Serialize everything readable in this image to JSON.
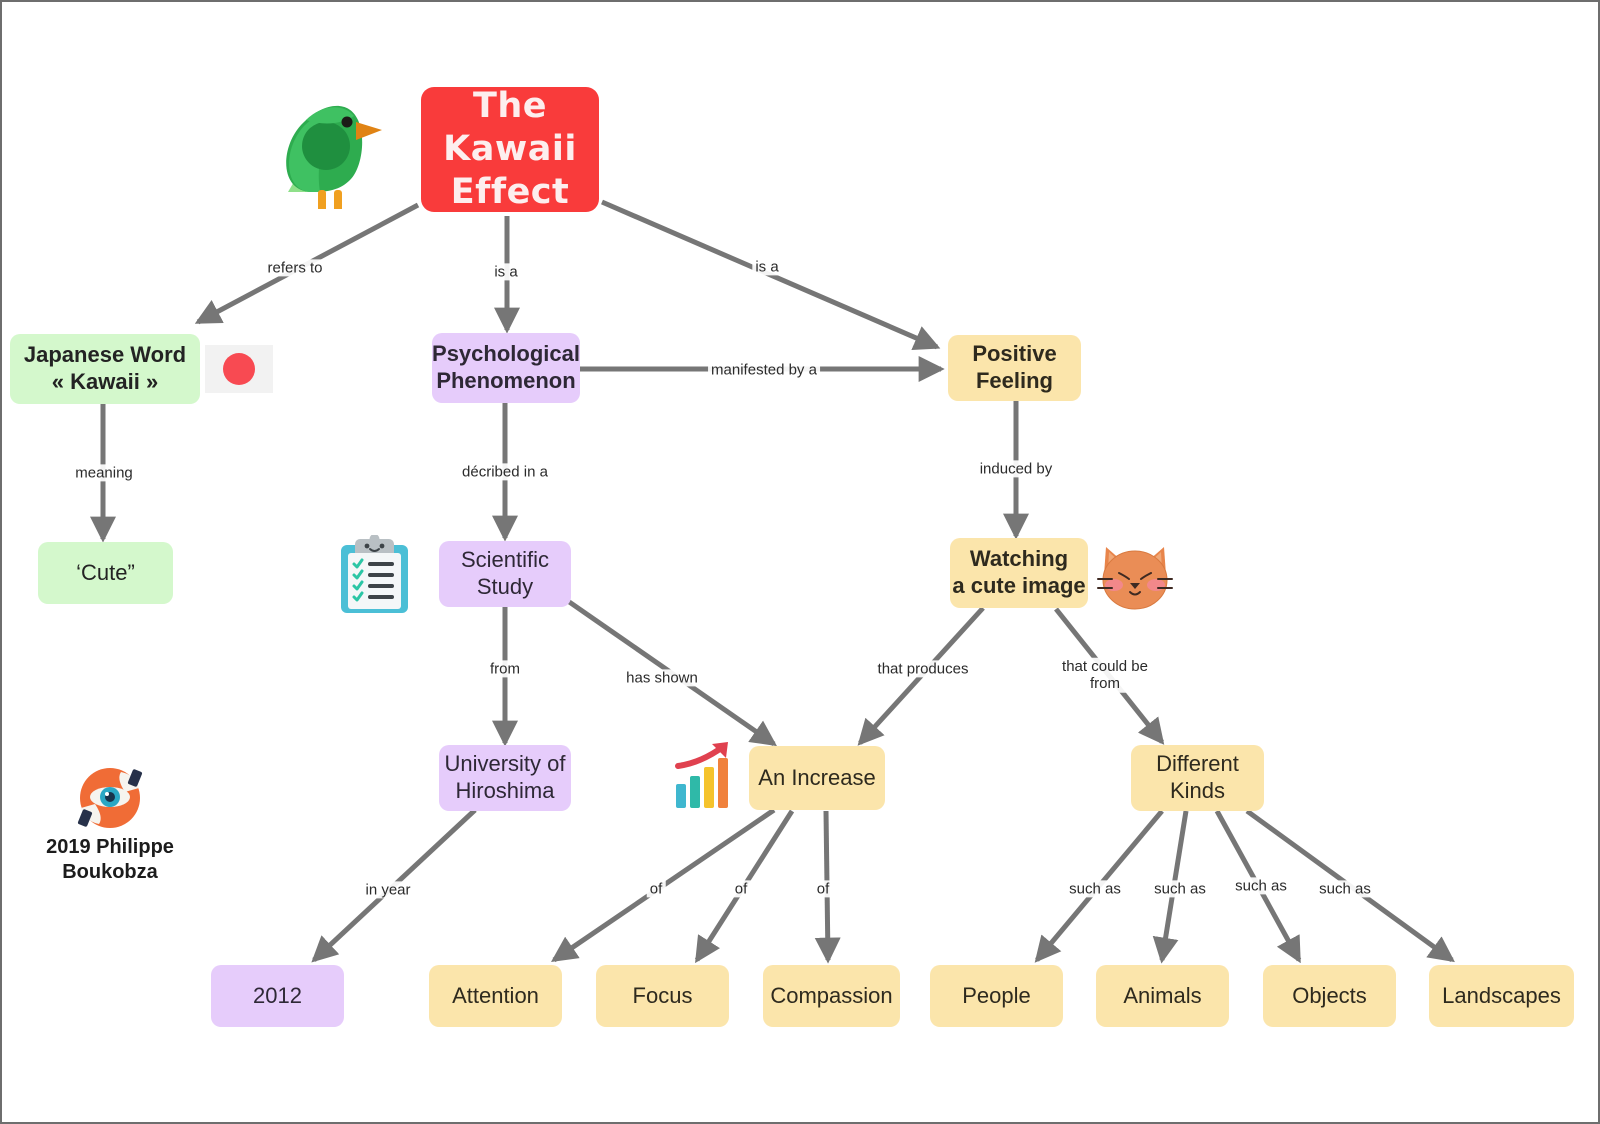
{
  "map": {
    "title": "The Kawaii Effect",
    "author_credit": "2019 Philippe\nBoukobza"
  },
  "nodes": {
    "title": "The Kawaii Effect",
    "japanese_word": "Japanese Word\n« Kawaii »",
    "cute": "‘Cute”",
    "psychological_phenomenon": "Psychological\nPhenomenon",
    "scientific_study": "Scientific\nStudy",
    "university": "University of\nHiroshima",
    "year": "2012",
    "positive_feeling": "Positive\nFeeling",
    "watching_cute_image": "Watching\na cute image",
    "an_increase": "An Increase",
    "different_kinds": "Different\nKinds",
    "attention": "Attention",
    "focus": "Focus",
    "compassion": "Compassion",
    "people": "People",
    "animals": "Animals",
    "objects": "Objects",
    "landscapes": "Landscapes"
  },
  "edge_labels": {
    "refers_to": "refers to",
    "is_a_center": "is a",
    "is_a_right": "is a",
    "meaning": "meaning",
    "manifested_by_a": "manifested by a",
    "decribed_in_a": "décribed in a",
    "induced_by": "induced by",
    "from": "from",
    "has_shown": "has shown",
    "that_produces": "that produces",
    "that_could_be_from": "that could be\nfrom",
    "in_year": "in year",
    "of_attention": "of",
    "of_focus": "of",
    "of_compassion": "of",
    "such_as_people": "such as",
    "such_as_animals": "such as",
    "such_as_objects": "such as",
    "such_as_landscapes": "such as"
  },
  "icons": {
    "bird": "bird-icon",
    "japan_flag": "japan-flag-icon",
    "clipboard": "clipboard-checklist-icon",
    "cat": "cat-face-icon",
    "bar_chart": "bar-chart-up-icon",
    "author_logo": "eye-hands-logo-icon"
  },
  "colors": {
    "title_bg": "#f93b3b",
    "title_text": "#fdeeee",
    "green_bg": "#d4f8cc",
    "purple_bg": "#e6ccfb",
    "yellow_bg": "#fbe5ab",
    "edge_stroke": "#767676",
    "border": "#6e6e6e"
  }
}
